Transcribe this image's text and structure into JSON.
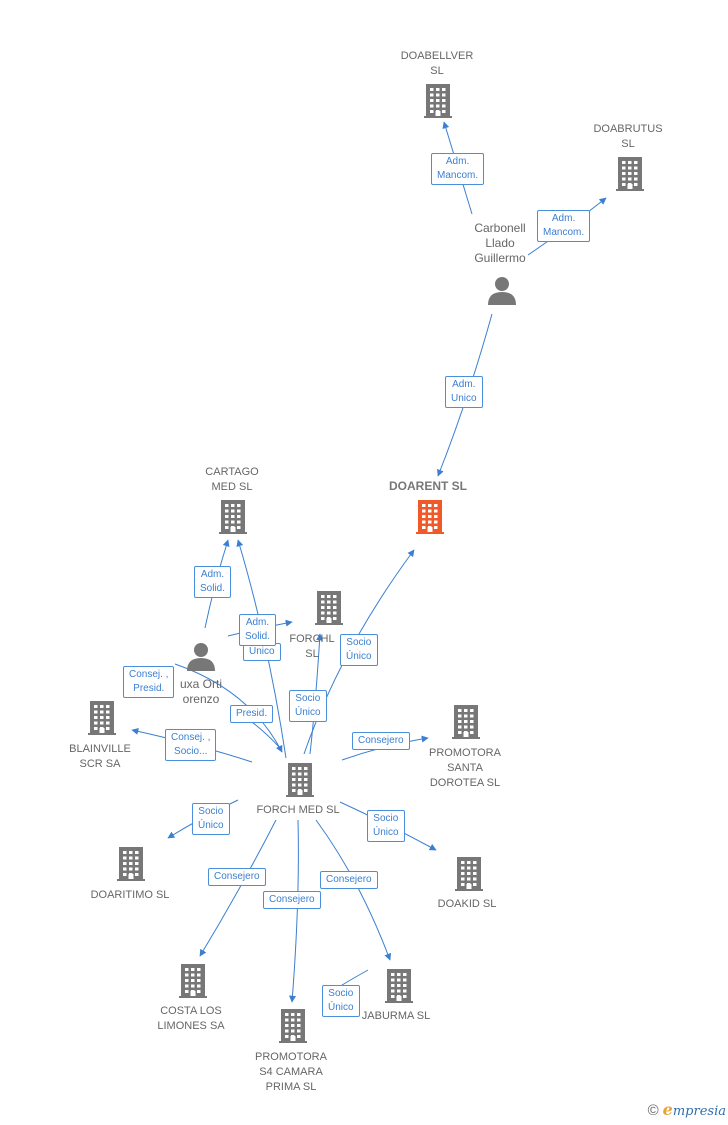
{
  "nodes": {
    "doabellver": {
      "type": "company",
      "lines": [
        "DOABELLVER",
        "SL"
      ],
      "focus": false
    },
    "doabrutus": {
      "type": "company",
      "lines": [
        "DOABRUTUS",
        "SL"
      ],
      "focus": false
    },
    "carbonell": {
      "type": "person",
      "lines": [
        "Carbonell",
        "Llado",
        "Guillermo"
      ],
      "focus": false
    },
    "doarent": {
      "type": "company",
      "lines": [
        "DOARENT  SL"
      ],
      "focus": true
    },
    "cartago": {
      "type": "company",
      "lines": [
        "CARTAGO",
        "MED SL"
      ],
      "focus": false
    },
    "forchl": {
      "type": "company",
      "lines": [
        "FORCHL",
        "SL"
      ],
      "focus": false
    },
    "luxa": {
      "type": "person",
      "lines": [
        "uxa Orti",
        "orenzo"
      ],
      "focus": false
    },
    "blainville": {
      "type": "company",
      "lines": [
        "BLAINVILLE",
        "SCR SA"
      ],
      "focus": false
    },
    "promotora_santa": {
      "type": "company",
      "lines": [
        "PROMOTORA",
        "SANTA",
        "DOROTEA  SL"
      ],
      "focus": false
    },
    "forch_med": {
      "type": "company",
      "lines": [
        "FORCH MED SL"
      ],
      "focus": false
    },
    "doaritimo": {
      "type": "company",
      "lines": [
        "DOARITIMO  SL"
      ],
      "focus": false
    },
    "doakid": {
      "type": "company",
      "lines": [
        "DOAKID  SL"
      ],
      "focus": false
    },
    "costa": {
      "type": "company",
      "lines": [
        "COSTA LOS",
        "LIMONES SA"
      ],
      "focus": false
    },
    "promotora_s4": {
      "type": "company",
      "lines": [
        "PROMOTORA",
        "S4 CAMARA",
        "PRIMA  SL"
      ],
      "focus": false
    },
    "jaburma": {
      "type": "company",
      "lines": [
        "JABURMA  SL"
      ],
      "focus": false
    }
  },
  "relations": [
    {
      "id": "r1",
      "lines": [
        "Adm.",
        "Mancom."
      ]
    },
    {
      "id": "r2",
      "lines": [
        "Adm.",
        "Mancom."
      ]
    },
    {
      "id": "r3",
      "lines": [
        "Adm.",
        "Unico"
      ]
    },
    {
      "id": "r4",
      "lines": [
        "Adm.",
        "Solid."
      ]
    },
    {
      "id": "r5",
      "lines": [
        "Único"
      ]
    },
    {
      "id": "r6",
      "lines": [
        "Adm.",
        "Solid."
      ]
    },
    {
      "id": "r7",
      "lines": [
        "Socio",
        "Único"
      ]
    },
    {
      "id": "r8",
      "lines": [
        "Consej. ,",
        "Presid."
      ]
    },
    {
      "id": "r9",
      "lines": [
        "Presid."
      ]
    },
    {
      "id": "r10",
      "lines": [
        "Socio",
        "Único"
      ]
    },
    {
      "id": "r11",
      "lines": [
        "Consejero"
      ]
    },
    {
      "id": "r12",
      "lines": [
        "Consej. ,",
        "Socio..."
      ]
    },
    {
      "id": "r13",
      "lines": [
        "Socio",
        "Único"
      ]
    },
    {
      "id": "r14",
      "lines": [
        "Socio",
        "Único"
      ]
    },
    {
      "id": "r15",
      "lines": [
        "Consejero"
      ]
    },
    {
      "id": "r16",
      "lines": [
        "Consejero"
      ]
    },
    {
      "id": "r17",
      "lines": [
        "Consejero"
      ]
    },
    {
      "id": "r18",
      "lines": [
        "Socio",
        "Único"
      ]
    }
  ],
  "colors": {
    "edge": "#3b7fd0",
    "icon": "#777777",
    "focus_icon": "#f05a28",
    "label_border": "#4a8fdc"
  },
  "footer": {
    "copyright": "©",
    "brand_initial": "e",
    "brand_rest": "mpresia"
  }
}
